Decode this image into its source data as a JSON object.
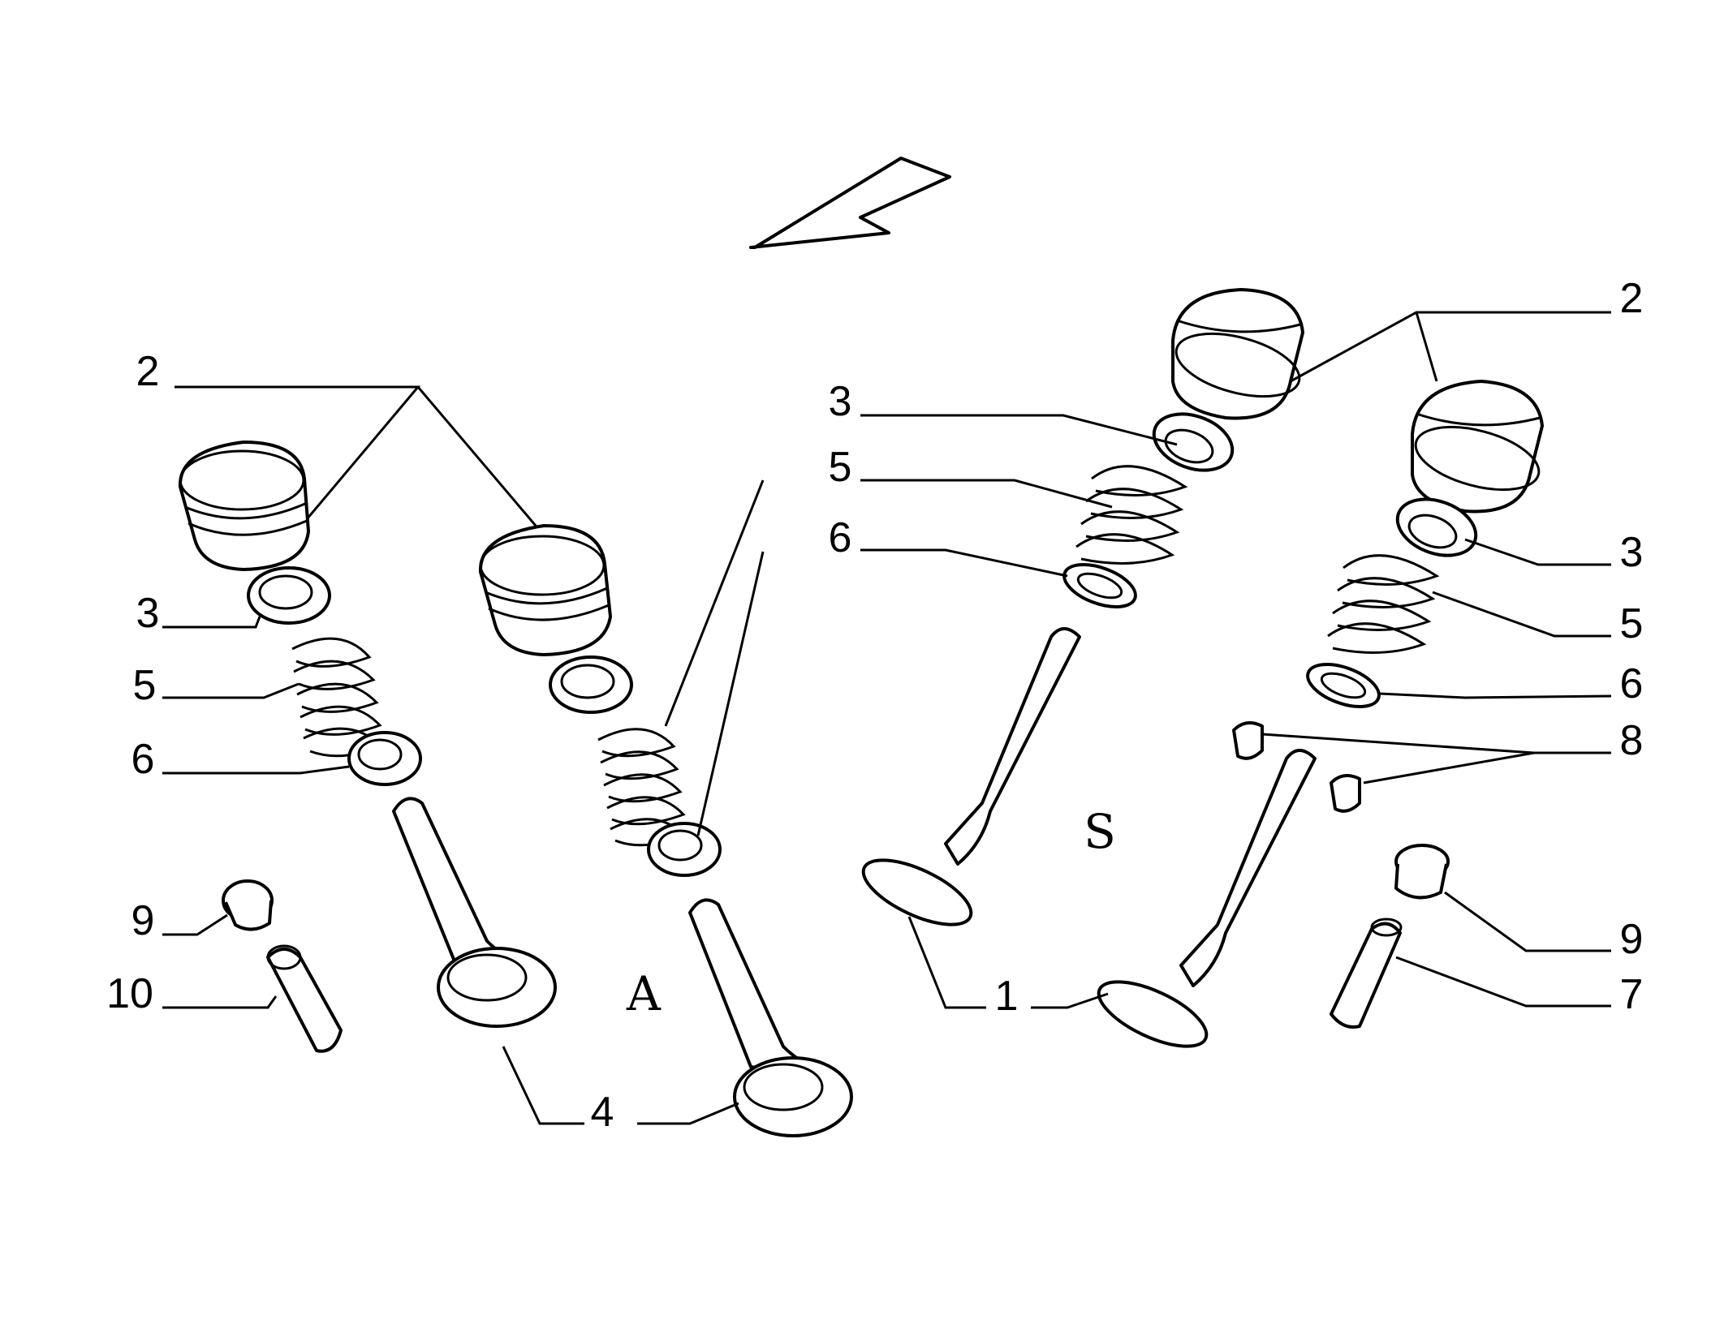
{
  "diagram": {
    "section_labels": {
      "intake": "A",
      "exhaust": "S"
    },
    "callouts": {
      "left_2": "2",
      "left_3": "3",
      "left_5": "5",
      "left_6": "6",
      "left_9": "9",
      "left_10": "10",
      "left_4": "4",
      "mid_3": "3",
      "mid_5": "5",
      "mid_6": "6",
      "mid_1": "1",
      "right_2": "2",
      "right_3": "3",
      "right_5": "5",
      "right_6": "6",
      "right_8": "8",
      "right_9": "9",
      "right_7": "7"
    },
    "colors": {
      "ink": "#000000",
      "paper": "#ffffff"
    }
  }
}
